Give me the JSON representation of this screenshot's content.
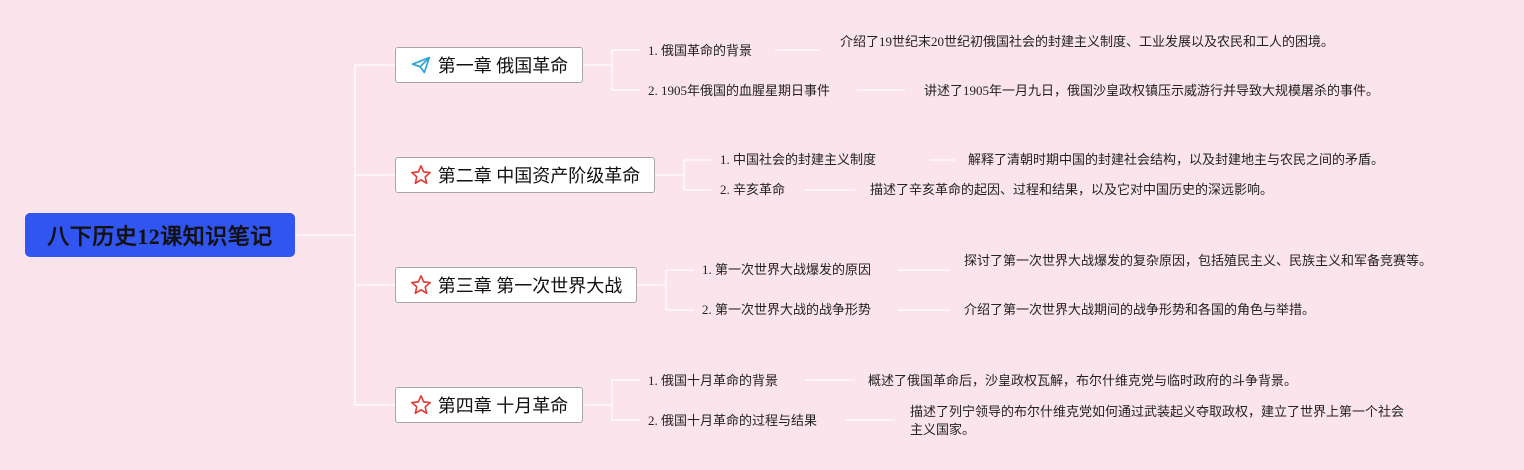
{
  "root": {
    "title": "八下历史12课知识笔记"
  },
  "chapters": [
    {
      "title": "第一章 俄国革命",
      "icon": "paper-plane-icon",
      "sections": [
        {
          "label": "1. 俄国革命的背景",
          "desc": "介绍了19世纪末20世纪初俄国社会的封建主义制度、工业发展以及农民和工人的困境。"
        },
        {
          "label": "2. 1905年俄国的血腥星期日事件",
          "desc": "讲述了1905年一月九日，俄国沙皇政权镇压示威游行并导致大规模屠杀的事件。"
        }
      ]
    },
    {
      "title": "第二章 中国资产阶级革命",
      "icon": "star-icon",
      "sections": [
        {
          "label": "1. 中国社会的封建主义制度",
          "desc": "解释了清朝时期中国的封建社会结构，以及封建地主与农民之间的矛盾。"
        },
        {
          "label": "2. 辛亥革命",
          "desc": "描述了辛亥革命的起因、过程和结果，以及它对中国历史的深远影响。"
        }
      ]
    },
    {
      "title": "第三章 第一次世界大战",
      "icon": "star-icon",
      "sections": [
        {
          "label": "1. 第一次世界大战爆发的原因",
          "desc": "探讨了第一次世界大战爆发的复杂原因，包括殖民主义、民族主义和军备竞赛等。"
        },
        {
          "label": "2. 第一次世界大战的战争形势",
          "desc": "介绍了第一次世界大战期间的战争形势和各国的角色与举措。"
        }
      ]
    },
    {
      "title": "第四章 十月革命",
      "icon": "star-icon",
      "sections": [
        {
          "label": "1. 俄国十月革命的背景",
          "desc": "概述了俄国革命后，沙皇政权瓦解，布尔什维克党与临时政府的斗争背景。"
        },
        {
          "label": "2. 俄国十月革命的过程与结果",
          "desc": "描述了列宁领导的布尔什维克党如何通过武装起义夺取政权，建立了世界上第一个社会主义国家。"
        }
      ]
    }
  ],
  "colors": {
    "background": "#fbe4ec",
    "root_fill": "#3155f0",
    "connector": "#ffffff",
    "chapter_border": "#a7a7a7",
    "star": "#e0403a",
    "plane": "#2aa3d8"
  }
}
